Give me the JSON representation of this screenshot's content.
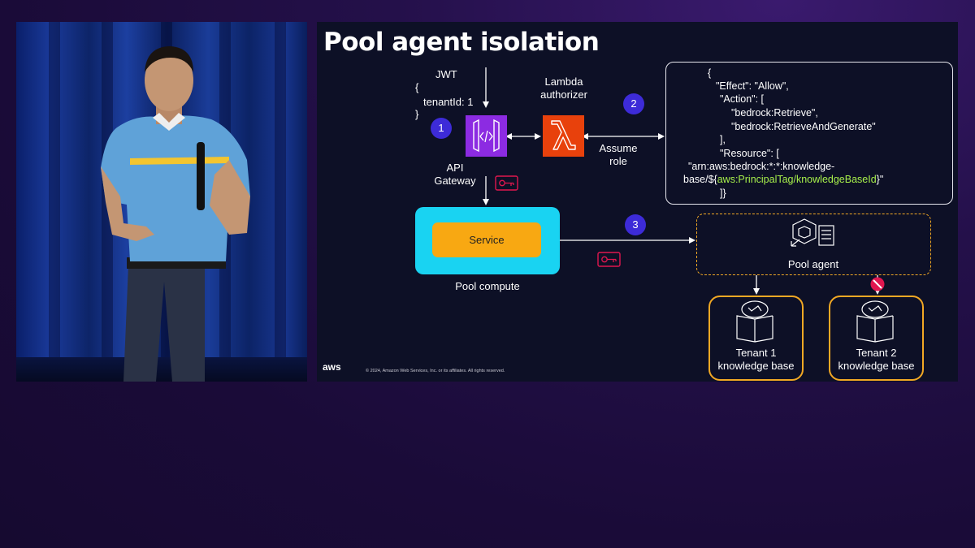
{
  "slide": {
    "title": "Pool agent isolation",
    "jwt": {
      "label": "JWT",
      "brace_open": "{",
      "claim": "tenantId: 1",
      "brace_close": "}"
    },
    "badges": [
      "1",
      "2",
      "3"
    ],
    "api_gateway_label": [
      "API",
      "Gateway"
    ],
    "lambda_label": [
      "Lambda",
      "authorizer"
    ],
    "assume_role_label": [
      "Assume",
      "role"
    ],
    "service_label": "Service",
    "pool_compute_label": "Pool compute",
    "policy": {
      "line1": "{",
      "line2": "\"Effect\": \"Allow\",",
      "line3": "\"Action\": [",
      "line4": "\"bedrock:Retrieve\",",
      "line5": "\"bedrock:RetrieveAndGenerate\"",
      "line6": "],",
      "line7": "\"Resource\": [",
      "line8": "\"arn:aws:bedrock:*:*:knowledge-",
      "line9_prefix": "base/${",
      "line9_tag": "aws:PrincipalTag/knowledgeBaseId",
      "line9_suffix": "}\"",
      "line10": "]}"
    },
    "pool_agent_label": "Pool agent",
    "kb1_label": [
      "Tenant 1",
      "knowledge base"
    ],
    "kb2_label": [
      "Tenant 2",
      "knowledge base"
    ],
    "footer": "© 2024, Amazon Web Services, Inc. or its affiliates. All rights reserved.",
    "logo_text": "aws"
  },
  "colors": {
    "badge": "#3d2bd8",
    "api_gateway": "#8c2be2",
    "lambda": "#e8410c",
    "service_outer": "#19d3f2",
    "service_inner": "#f8a812",
    "policy_tag": "#a7ef4b",
    "key_icon": "#e0174f",
    "kb_border": "#f1a824",
    "deny": "#e0174f"
  }
}
